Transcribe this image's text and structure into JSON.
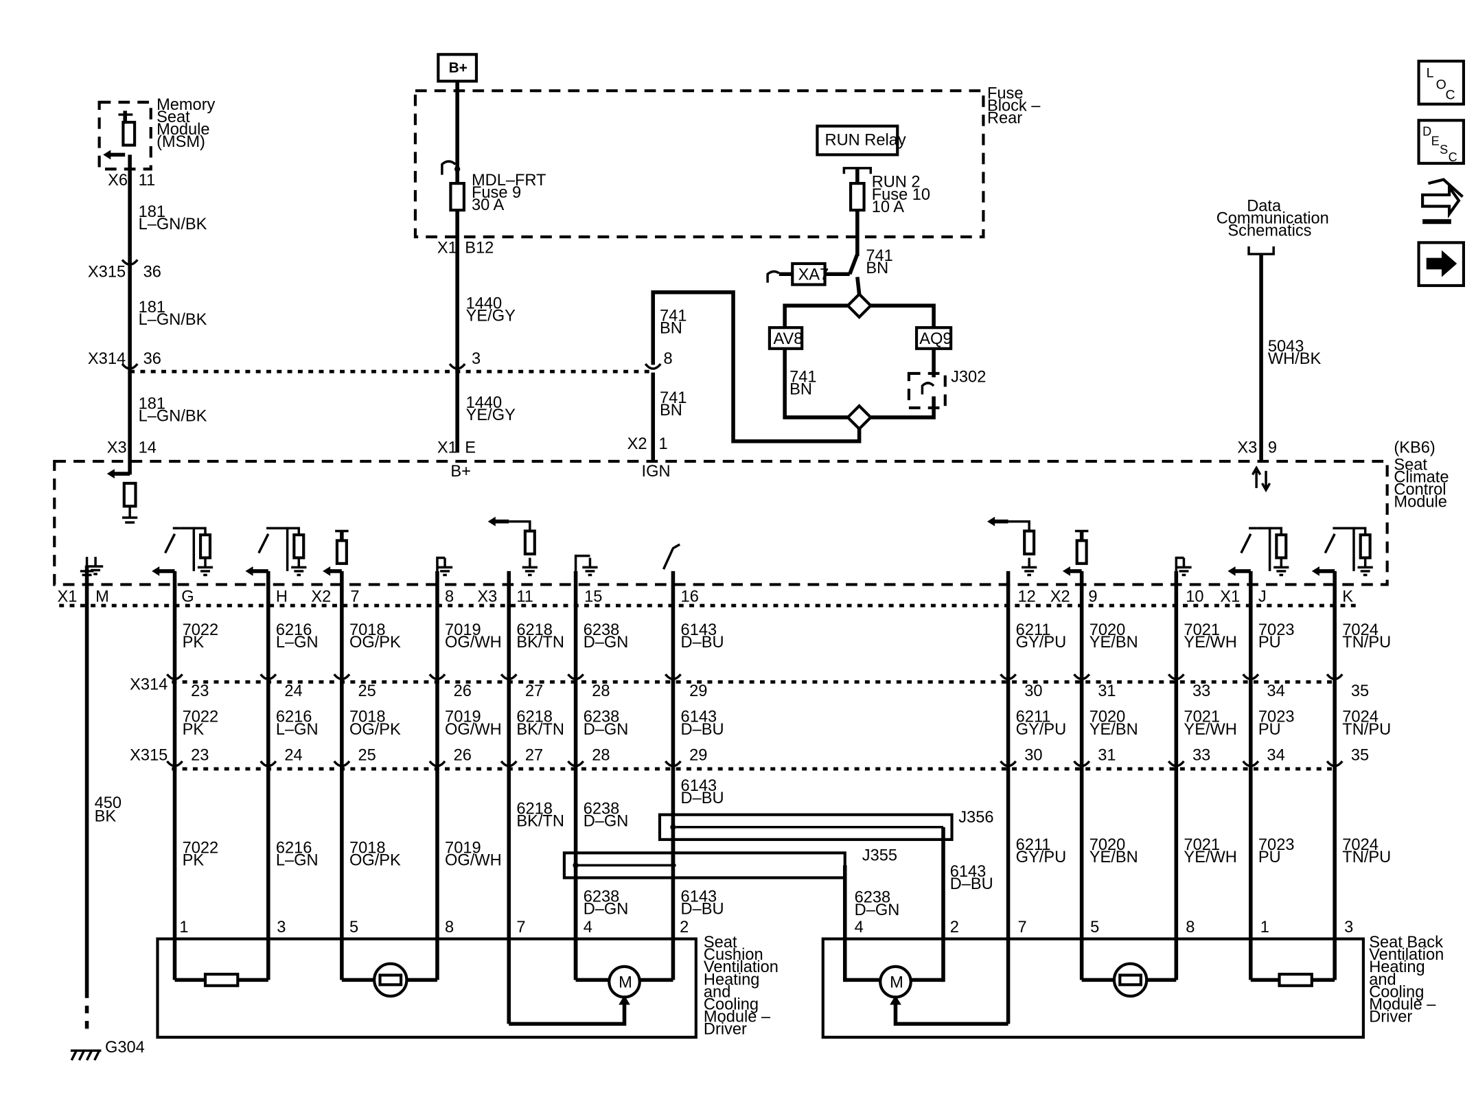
{
  "nav": {
    "loc_icon": "loc-icon",
    "loc_main": "L",
    "loc_sub1": "O",
    "loc_sub2": "C",
    "desc_icon": "desc-icon",
    "desc_main": "D",
    "desc_sub1": "E",
    "desc_sub2": "S",
    "desc_sub3": "C",
    "connector_icon": "connector-end-view-icon",
    "next_icon": "next-arrow-icon"
  },
  "components": {
    "bplus": "B+",
    "fuse_block": [
      "Fuse",
      "Block –",
      "Rear"
    ],
    "run_relay": "RUN Relay",
    "fuse9": [
      "MDL–FRT",
      "Fuse 9",
      "30 A"
    ],
    "fuse10": [
      "RUN 2",
      "Fuse 10",
      "10 A"
    ],
    "msm": [
      "Memory",
      "Seat",
      "Module",
      "(MSM)"
    ],
    "xa7": "XA7",
    "av8": "AV8",
    "aq9": "AQ9",
    "j302": "J302",
    "data_comm": [
      "Data",
      "Communication",
      "Schematics"
    ],
    "sccm": [
      "(KB6)",
      "Seat",
      "Climate",
      "Control",
      "Module"
    ],
    "seat_cushion": [
      "Seat",
      "Cushion",
      "Ventilation",
      "Heating",
      "and",
      "Cooling",
      "Module –",
      "Driver"
    ],
    "seat_back": [
      "Seat Back",
      "Ventilation",
      "Heating",
      "and",
      "Cooling",
      "Module –",
      "Driver"
    ],
    "g304": "G304",
    "j355": "J355",
    "j356": "J356"
  },
  "upper": {
    "x6": "X6",
    "x6_pin": "11",
    "w181": [
      "181",
      "L–GN/BK"
    ],
    "x315": "X315",
    "x315_pin": "36",
    "x314": "X314",
    "x314_pin": "36",
    "x3": "X3",
    "x3_pin": "14",
    "x1_fb": "X1",
    "b12": "B12",
    "w1440": [
      "1440",
      "YE/GY"
    ],
    "x314_pin_b": "3",
    "x1_e": "X1",
    "e_pin": "E",
    "bplus_in": "B+",
    "w741": [
      "741",
      "BN"
    ],
    "x314_pin_c": "8",
    "x2": "X2",
    "x2_pin": "1",
    "ign": "IGN",
    "w5043": [
      "5043",
      "WH/BK"
    ],
    "x3_b": "X3",
    "x3_b_pin": "9"
  },
  "mod_conn": {
    "x1": "X1",
    "x2": "X2",
    "x3": "X3",
    "pins": [
      {
        "p": "M"
      },
      {
        "p": "G"
      },
      {
        "p": "H"
      },
      {
        "p": "7"
      },
      {
        "p": "8"
      },
      {
        "p": "11"
      },
      {
        "p": "15"
      },
      {
        "p": "16"
      },
      {
        "p": "12"
      },
      {
        "p": "9"
      },
      {
        "p": "10"
      },
      {
        "p": "J"
      },
      {
        "p": "K"
      }
    ],
    "x2_r": "X2",
    "x1_r": "X1"
  },
  "wires": [
    {
      "c": "7022",
      "col": "PK",
      "x314": "23",
      "x315": "23",
      "load": "1"
    },
    {
      "c": "6216",
      "col": "L–GN",
      "x314": "24",
      "x315": "24",
      "load": "3"
    },
    {
      "c": "7018",
      "col": "OG/PK",
      "x314": "25",
      "x315": "25",
      "load": "5"
    },
    {
      "c": "7019",
      "col": "OG/WH",
      "x314": "26",
      "x315": "26",
      "load": "8"
    },
    {
      "c": "6218",
      "col": "BK/TN",
      "x314": "27",
      "x315": "27",
      "load": "7"
    },
    {
      "c": "6238",
      "col": "D–GN",
      "x314": "28",
      "x315": "28",
      "load": "4"
    },
    {
      "c": "6143",
      "col": "D–BU",
      "x314": "29",
      "x315": "29",
      "load": "2"
    },
    {
      "c": "6211",
      "col": "GY/PU",
      "x314": "30",
      "x315": "30",
      "load": "7"
    },
    {
      "c": "7020",
      "col": "YE/BN",
      "x314": "31",
      "x315": "31",
      "load": "5"
    },
    {
      "c": "7021",
      "col": "YE/WH",
      "x314": "33",
      "x315": "33",
      "load": "8"
    },
    {
      "c": "7023",
      "col": "PU",
      "x314": "34",
      "x315": "34",
      "load": "1"
    },
    {
      "c": "7024",
      "col": "TN/PU",
      "x314": "35",
      "x315": "35",
      "load": "3"
    }
  ],
  "lower": {
    "x314": "X314",
    "x315": "X315",
    "w450": [
      "450",
      "BK"
    ],
    "seat_back_pin4": "4",
    "seat_back_pin2": "2",
    "motor": "M"
  }
}
